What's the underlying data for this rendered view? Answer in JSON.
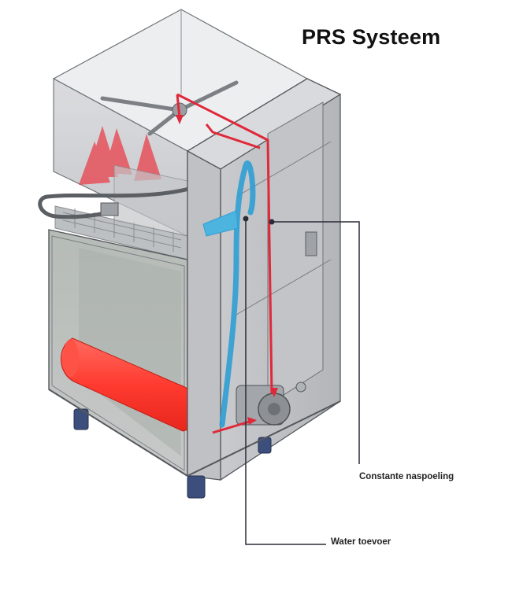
{
  "title": "PRS Systeem",
  "labels": {
    "constant_rinse": "Constante naspoeling",
    "water_supply": "Water toevoer"
  },
  "colors": {
    "rinse_circuit": "#e0283a",
    "water_circuit": "#2f9fd4",
    "heater": "#ff3b30",
    "callout_line": "#2b2b3a"
  }
}
